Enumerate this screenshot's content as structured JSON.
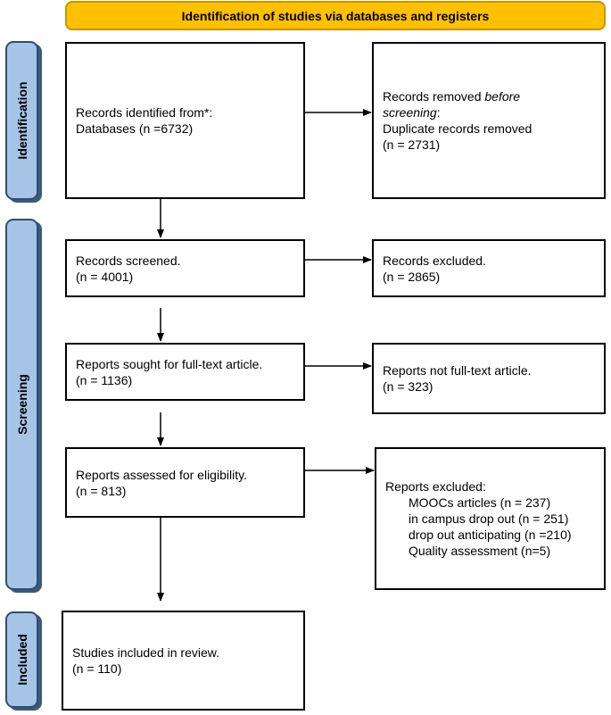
{
  "header": {
    "title": "Identification of studies via databases and registers"
  },
  "phases": {
    "identification": "Identification",
    "screening": "Screening",
    "included": "Included"
  },
  "boxes": {
    "records_identified": {
      "line1": "Records identified from*:",
      "line2": "Databases (n =6732)"
    },
    "records_removed": {
      "line1_prefix": "Records removed ",
      "line1_italic": "before",
      "line2_italic": "screening",
      "line2_suffix": ":",
      "line3": "Duplicate records removed",
      "line4": "(n = 2731)"
    },
    "records_screened": {
      "line1": "Records screened.",
      "line2": "(n = 4001)"
    },
    "records_excluded": {
      "line1": "Records excluded.",
      "line2": "(n = 2865)"
    },
    "reports_sought": {
      "line1": "Reports sought for full-text article.",
      "line2": "(n = 1136)"
    },
    "reports_not_fulltext": {
      "line1": "Reports not full-text article.",
      "line2": "(n = 323)"
    },
    "reports_assessed": {
      "line1": "Reports assessed for eligibility.",
      "line2": "(n = 813)"
    },
    "reports_excluded": {
      "title": "Reports excluded:",
      "items": [
        "MOOCs articles (n = 237)",
        "in campus drop out (n = 251)",
        "drop out anticipating (n =210)",
        "Quality assessment (n=5)"
      ]
    },
    "studies_included": {
      "line1": "Studies included in review.",
      "line2": "(n = 110)"
    }
  },
  "colors": {
    "banner_fill": "#ffc000",
    "phase_fill": "#a6c4e6",
    "box_border": "#000000"
  }
}
